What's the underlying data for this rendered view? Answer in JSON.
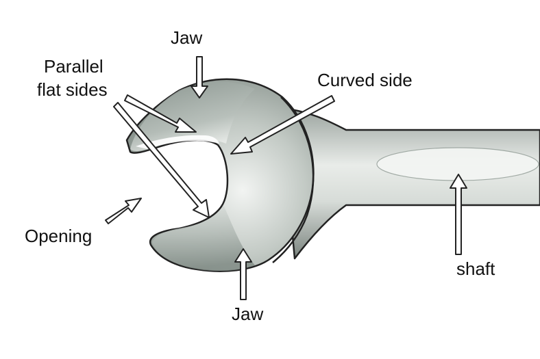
{
  "labels": {
    "jaw_top": "Jaw",
    "parallel_line1": "Parallel",
    "parallel_line2": "flat sides",
    "curved_side": "Curved side",
    "opening": "Opening",
    "shaft": "shaft",
    "jaw_bottom": "Jaw"
  },
  "colors": {
    "outline": "#222222",
    "metal_dark": "#7f8a84",
    "metal_mid": "#b9c2bc",
    "metal_light": "#eef1ee",
    "arrow_fill": "#ffffff",
    "text": "#111111"
  }
}
